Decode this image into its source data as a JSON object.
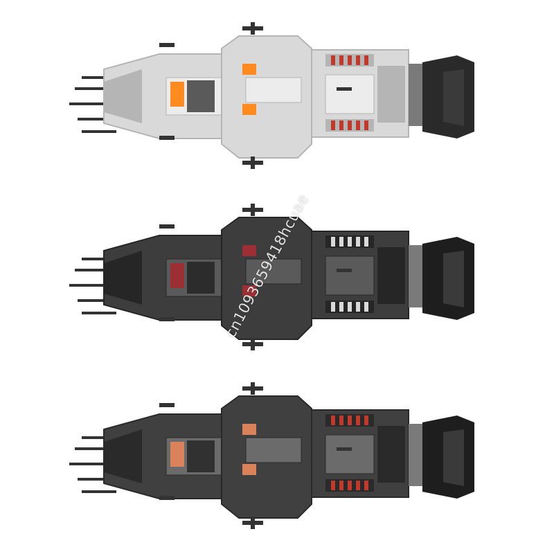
{
  "watermark": {
    "text": "cn1093659418hcuae"
  },
  "ships": [
    {
      "id": "white-variant",
      "colors": {
        "hull": "#d9d9d9",
        "hull_light": "#ececec",
        "hull_dark": "#b5b5b5",
        "accent": "#ff8a1f",
        "detail": "#6c6c6c",
        "engine": "#2a2a2a",
        "stripe": "#c0392b"
      }
    },
    {
      "id": "black-red-variant",
      "colors": {
        "hull": "#3d3d3d",
        "hull_light": "#5a5a5a",
        "hull_dark": "#262626",
        "accent": "#9b2f33",
        "detail": "#e6e6e6",
        "engine": "#1e1e1e",
        "stripe": "#d9d9d9"
      }
    },
    {
      "id": "black-orange-variant",
      "colors": {
        "hull": "#404040",
        "hull_light": "#6b6b6b",
        "hull_dark": "#2a2a2a",
        "accent": "#d9825b",
        "detail": "#8a8a8a",
        "engine": "#1e1e1e",
        "stripe": "#c0392b"
      }
    }
  ]
}
